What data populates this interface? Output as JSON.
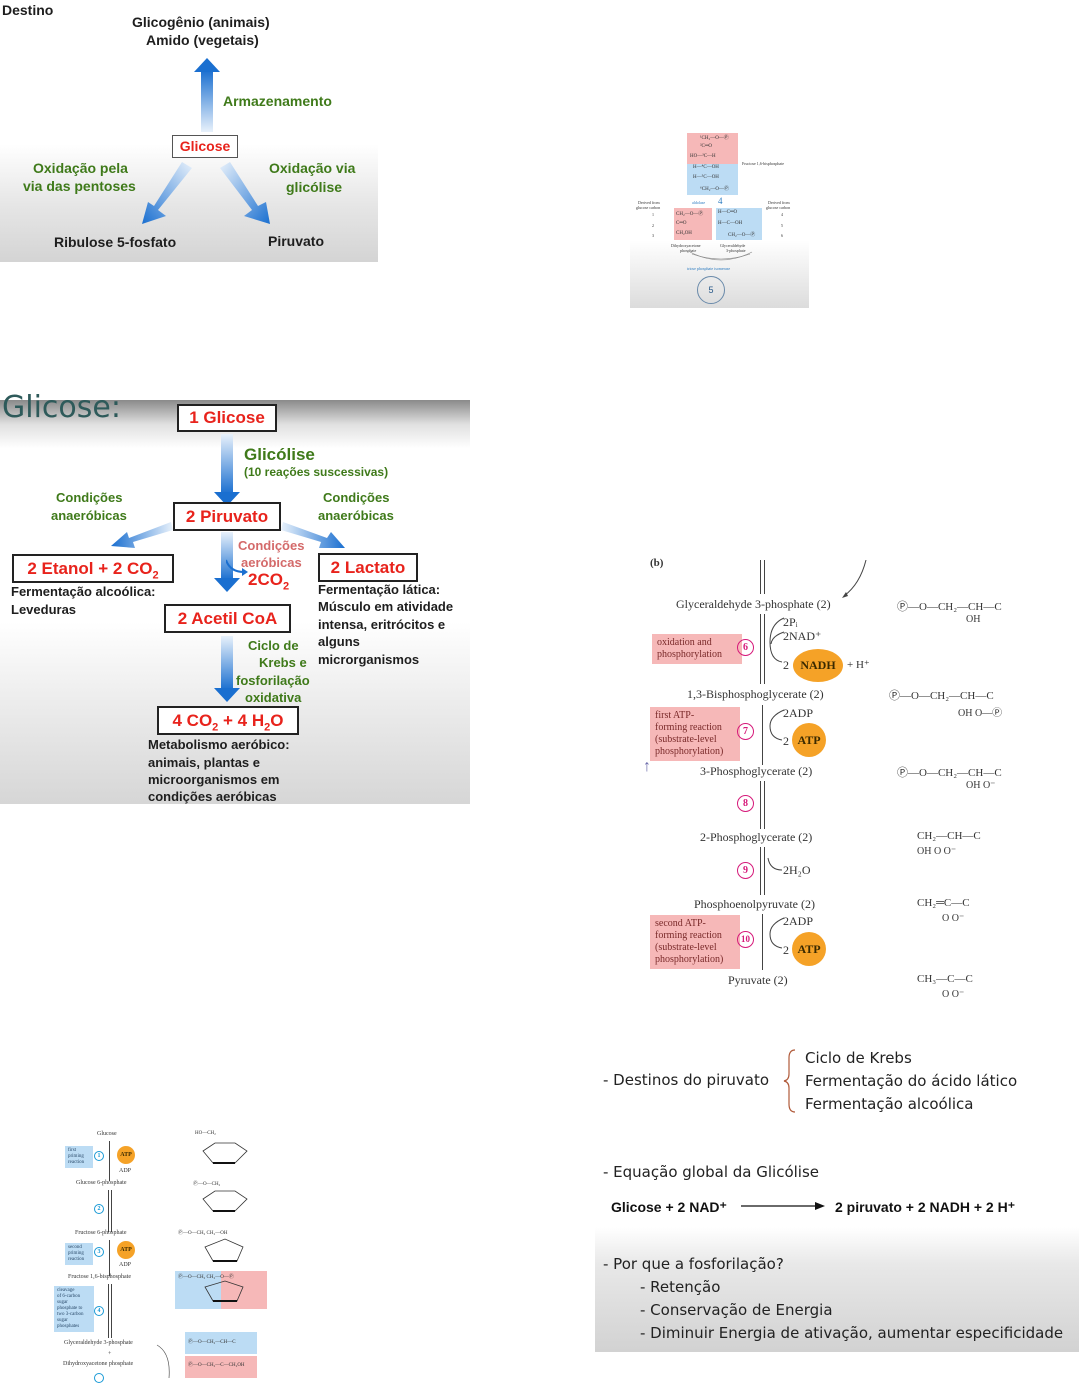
{
  "panel_destino": {
    "title": "Destino",
    "top_products": [
      "Glicogênio (animais)",
      "Amido (vegetais)"
    ],
    "storage_label": "Armazenamento",
    "center": "Glicose",
    "left_label": [
      "Oxidação pela",
      "via das pentoses"
    ],
    "right_label": [
      "Oxidação via",
      "glicólise"
    ],
    "left_product": "Ribulose 5-fosfato",
    "right_product": "Piruvato"
  },
  "panel_aldolase": {
    "fructose_rows": [
      "¹CH₂—O—Ⓟ",
      "²C═O",
      "HO—³C—H",
      "H—⁴C—OH",
      "H—⁵C—OH",
      "⁶CH₂—O—Ⓟ"
    ],
    "fructose_label": "Fructose 1,6-bisphosphate",
    "enzyme": "aldolase",
    "step": "4",
    "left_header": [
      "Derived from",
      "glucose carbon"
    ],
    "right_header": [
      "Derived from",
      "glucose carbon"
    ],
    "left_numbers": [
      "1",
      "2",
      "3"
    ],
    "right_numbers": [
      "4",
      "5",
      "6"
    ],
    "dhap_rows": [
      "CH₂—O—Ⓟ",
      "C═O",
      "CH₂OH"
    ],
    "gap_rows": [
      "H—C═O",
      "H—C—OH",
      "CH₂—O—Ⓟ"
    ],
    "dhap_label": [
      "Dihydroxyacetone",
      "phosphate"
    ],
    "gap_label": [
      "Glyceraldehyde",
      "3-phosphate"
    ],
    "isomerase": "triose phosphate isomerase",
    "step5": "5"
  },
  "panel_glicose": {
    "heading": "Glicose:",
    "glicose": "1 Glicose",
    "glicolise": "Glicólise",
    "glicolise_sub": "(10 reações suscessivas)",
    "cond_anaer_left": [
      "Condições",
      "anaeróbicas"
    ],
    "cond_anaer_right": [
      "Condições",
      "anaeróbicas"
    ],
    "piruvato": "2 Piruvato",
    "etanol": "2 Etanol + 2 CO",
    "etanol_sub": "2",
    "etanol_desc": [
      "Fermentação alcoólica:",
      "Leveduras"
    ],
    "cond_aer": [
      "Condições",
      "aeróbicas"
    ],
    "co2": "2CO",
    "co2_sub": "2",
    "lactato": "2 Lactato",
    "lactato_desc": [
      "Fermentação lática:",
      "Músculo em atividade",
      "intensa, eritrócitos e",
      "alguns",
      "microrganismos"
    ],
    "acetil": "2 Acetil CoA",
    "krebs": [
      "Ciclo de",
      "Krebs e",
      "fosforilação",
      "oxidativa"
    ],
    "final_a": "4 CO",
    "final_sub1": "2",
    "final_b": " + 4 H",
    "final_sub2": "2",
    "final_c": "O",
    "final_desc": [
      "Metabolismo aeróbico:",
      "animais, plantas e",
      "microorganismos em",
      "condições aeróbicas"
    ]
  },
  "panel_payoff": {
    "label_b": "(b)",
    "compounds": [
      "Glyceraldehyde 3-phosphate (2)",
      "1,3-Bisphosphoglycerate (2)",
      "3-Phosphoglycerate (2)",
      "2-Phosphoglycerate (2)",
      "Phosphoenolpyruvate (2)",
      "Pyruvate (2)"
    ],
    "step6": {
      "num": "6",
      "box": [
        "oxidation and",
        "phosphorylation"
      ],
      "inputs": [
        "2Pᵢ",
        "2NAD⁺"
      ],
      "out_prefix": "2",
      "out": "NADH",
      "out_suffix": "+ H⁺"
    },
    "step7": {
      "num": "7",
      "box": [
        "first ATP-",
        "forming reaction",
        "(substrate-level",
        "phosphorylation)"
      ],
      "input": "2ADP",
      "out_prefix": "2",
      "out": "ATP"
    },
    "step8": {
      "num": "8"
    },
    "step9": {
      "num": "9",
      "out": "2H₂O"
    },
    "step10": {
      "num": "10",
      "box": [
        "second ATP-",
        "forming reaction",
        "(substrate-level",
        "phosphorylation)"
      ],
      "input": "2ADP",
      "out_prefix": "2",
      "out": "ATP"
    },
    "structures": [
      [
        "Ⓟ—O—CH₂—CH—C",
        "OH"
      ],
      [
        "Ⓟ—O—CH₂—CH—C",
        "OH   O—Ⓟ"
      ],
      [
        "Ⓟ—O—CH₂—CH—C",
        "OH   O⁻"
      ],
      [
        "CH₂—CH—C",
        "OH  O    O⁻"
      ],
      [
        "CH₂═C—C",
        "O    O⁻"
      ],
      [
        "CH₃—C—C",
        "O    O⁻"
      ]
    ]
  },
  "panel_summary": {
    "destinos_label": "- Destinos do piruvato",
    "destinos": [
      "Ciclo de Krebs",
      "Fermentação do ácido lático",
      "Fermentação alcoólica"
    ],
    "equacao_label": "- Equação global da Glicólise",
    "eq_left": "Glicose + 2 NAD⁺",
    "eq_right": "2 piruvato + 2 NADH + 2 H⁺",
    "por_que": "- Por que a fosforilação?",
    "reasons": [
      "- Retenção",
      "- Conservação de Energia",
      "- Diminuir Energia de ativação, aumentar especificidade"
    ]
  },
  "panel_prep": {
    "compounds": [
      "Glucose",
      "Glucose 6-phosphate",
      "Fructose 6-phosphate",
      "Fructose 1,6-bisphosphate",
      "Glyceraldehyde 3-phosphate",
      "+",
      "Dihydroxyacetone phosphate"
    ],
    "step1": {
      "num": "1",
      "box": [
        "first",
        "priming",
        "reaction"
      ],
      "atp": "ATP",
      "adp": "ADP"
    },
    "step2": {
      "num": "2"
    },
    "step3": {
      "num": "3",
      "box": [
        "second",
        "priming",
        "reaction"
      ],
      "atp": "ATP",
      "adp": "ADP"
    },
    "step4": {
      "num": "4",
      "box": [
        "cleavage",
        "of 6-carbon",
        "sugar",
        "phosphate to",
        "two 3-carbon",
        "sugar",
        "phosphates"
      ]
    },
    "structures": [
      "HO—CH₂",
      "Ⓟ—O—CH₂",
      "Ⓟ—O—CH₂   CH₂—OH",
      "Ⓟ—O—CH₂   CH₂—O—Ⓟ",
      "Ⓟ—O—CH₂—CH—C",
      "Ⓟ—O—CH₂—C—CH₂OH"
    ]
  },
  "colors": {
    "red_text": "#e8231c",
    "green_text": "#3f7a1a",
    "arrow_blue": "#1a6fd0",
    "pink_box": "#f6b8b8",
    "blue_box": "#bcdcf4",
    "orange_circle": "#f5a227",
    "step_magenta": "#d61a7a"
  }
}
